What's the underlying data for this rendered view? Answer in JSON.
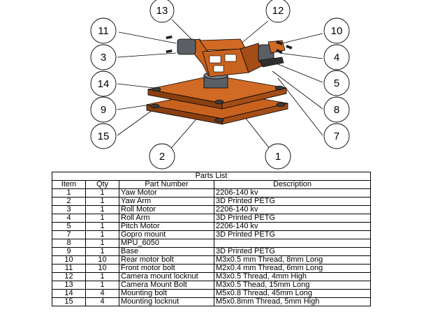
{
  "balloons": [
    {
      "label": "13"
    },
    {
      "label": "12"
    },
    {
      "label": "11"
    },
    {
      "label": "10"
    },
    {
      "label": "3"
    },
    {
      "label": "4"
    },
    {
      "label": "14"
    },
    {
      "label": "5"
    },
    {
      "label": "9"
    },
    {
      "label": "8"
    },
    {
      "label": "15"
    },
    {
      "label": "7"
    },
    {
      "label": "2"
    },
    {
      "label": "1"
    }
  ],
  "colors": {
    "plate": "#c8621f",
    "plate_dark": "#8a3f10",
    "motor": "#5a5f66",
    "line": "#000000"
  },
  "parts_list": {
    "title": "Parts List",
    "headers": [
      "Item",
      "Qty",
      "Part Number",
      "Description"
    ],
    "rows": [
      {
        "item": "1",
        "qty": "1",
        "part": "Yaw Motor",
        "desc": "2206-140 kv"
      },
      {
        "item": "2",
        "qty": "1",
        "part": "Yaw Arm",
        "desc": "3D Printed PETG"
      },
      {
        "item": "3",
        "qty": "1",
        "part": "Roll Motor",
        "desc": "2206-140 kv"
      },
      {
        "item": "4",
        "qty": "1",
        "part": "Roll Arm",
        "desc": "3D Printed PETG"
      },
      {
        "item": "5",
        "qty": "1",
        "part": "Pitch Motor",
        "desc": "2206-140 kv"
      },
      {
        "item": "7",
        "qty": "1",
        "part": "Gopro mount",
        "desc": "3D Printed PETG"
      },
      {
        "item": "8",
        "qty": "1",
        "part": "MPU_6050",
        "desc": ""
      },
      {
        "item": "9",
        "qty": "1",
        "part": "Base",
        "desc": "3D Printed PETG"
      },
      {
        "item": "10",
        "qty": "10",
        "part": "Rear motor bolt",
        "desc": "M3x0.5 mm Thread, 8mm Long"
      },
      {
        "item": "11",
        "qty": "10",
        "part": "Front motor bolt",
        "desc": "M2x0.4 mm Thread, 6mm Long"
      },
      {
        "item": "12",
        "qty": "1",
        "part": "Camera mount locknut",
        "desc": "M3x0.5 Thread, 4mm High"
      },
      {
        "item": "13",
        "qty": "1",
        "part": "Camera Mount Bolt",
        "desc": "M3x0.5 Thead, 15mm Long"
      },
      {
        "item": "14",
        "qty": "4",
        "part": "Mounting bolt",
        "desc": "M5x0.8 Thread, 45mm Long"
      },
      {
        "item": "15",
        "qty": "4",
        "part": "Mounting locknut",
        "desc": "M5x0.8mm Thread, 5mm High"
      }
    ]
  }
}
